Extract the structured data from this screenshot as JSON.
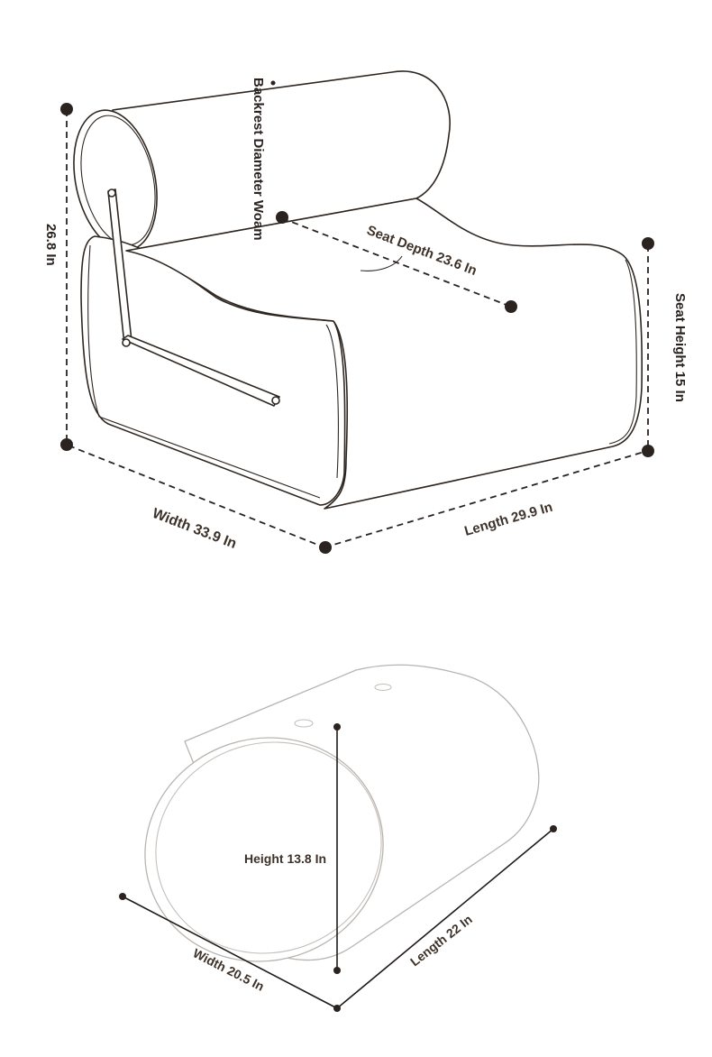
{
  "chair": {
    "backrest_label": "Backrest Diameter Woam",
    "height_label": "26.8 In",
    "seat_depth_label": "Seat Depth 23.6 In",
    "seat_height_label": "Seat Height 15 In",
    "width_label": "Width 33.9 In",
    "length_label": "Length 29.9 In"
  },
  "ottoman": {
    "height_label": "Height 13.8 In",
    "width_label": "Width 20.5 In",
    "length_label": "Length 22 In"
  },
  "colors": {
    "line": "#2e2620",
    "label": "#3d3229",
    "light_line": "#b9b4b0"
  }
}
